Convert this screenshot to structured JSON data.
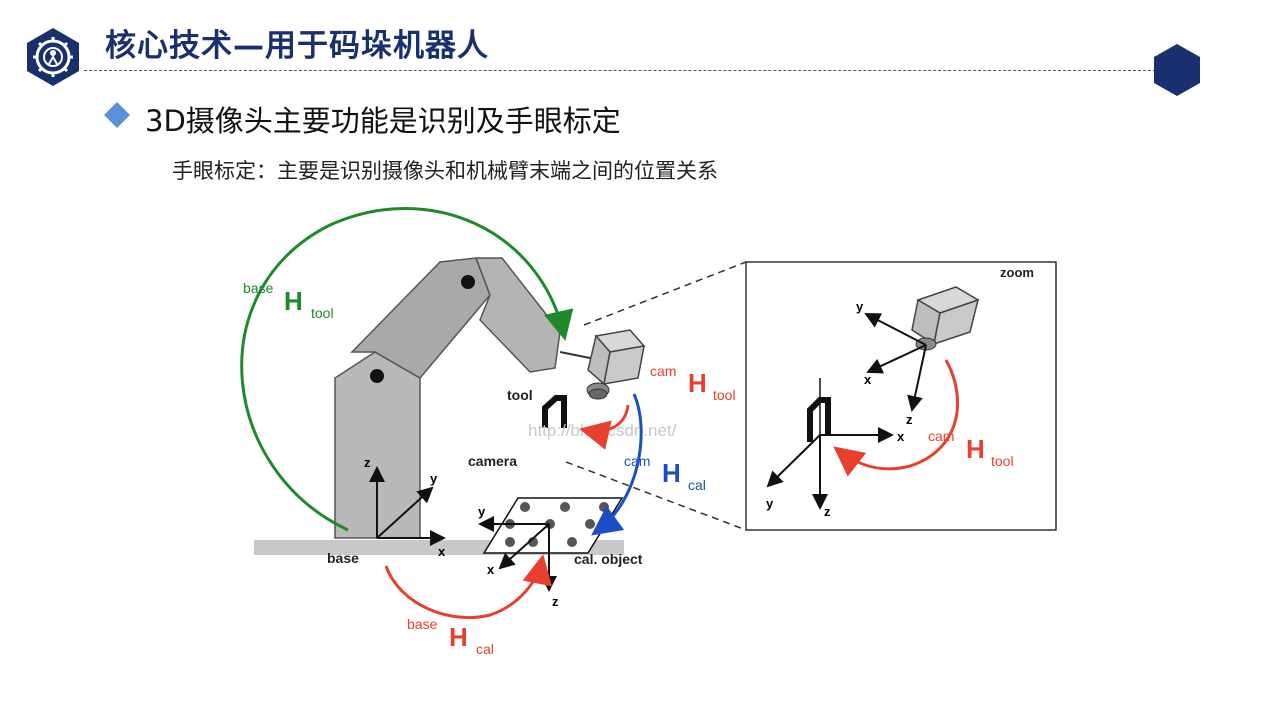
{
  "header": {
    "title": "核心技术—用于码垛机器人"
  },
  "section": {
    "subtitle": "3D摄像头主要功能是识别及手眼标定",
    "description": "手眼标定：主要是识别摄像头和机械臂末端之间的位置关系"
  },
  "colors": {
    "navy": "#1a2f6e",
    "green": "#1e8a2a",
    "red": "#e8402e",
    "blue": "#1a4fc4",
    "diamond": "#5b8fd9"
  },
  "diagram": {
    "labels": {
      "base": "base",
      "tool": "tool",
      "camera": "camera",
      "cal_object": "cal. object",
      "zoom": "zoom",
      "watermark": "http://blog.csdn.net/"
    },
    "axes": {
      "x": "x",
      "y": "y",
      "z": "z"
    },
    "transforms": {
      "base_tool": {
        "super": "base",
        "main": "H",
        "sub": "tool"
      },
      "cam_tool": {
        "super": "cam",
        "main": "H",
        "sub": "tool"
      },
      "cam_cal": {
        "super": "cam",
        "main": "H",
        "sub": "cal"
      },
      "base_cal": {
        "super": "base",
        "main": "H",
        "sub": "cal"
      },
      "zoom_cam_tool": {
        "super": "cam",
        "main": "H",
        "sub": "tool"
      }
    }
  }
}
